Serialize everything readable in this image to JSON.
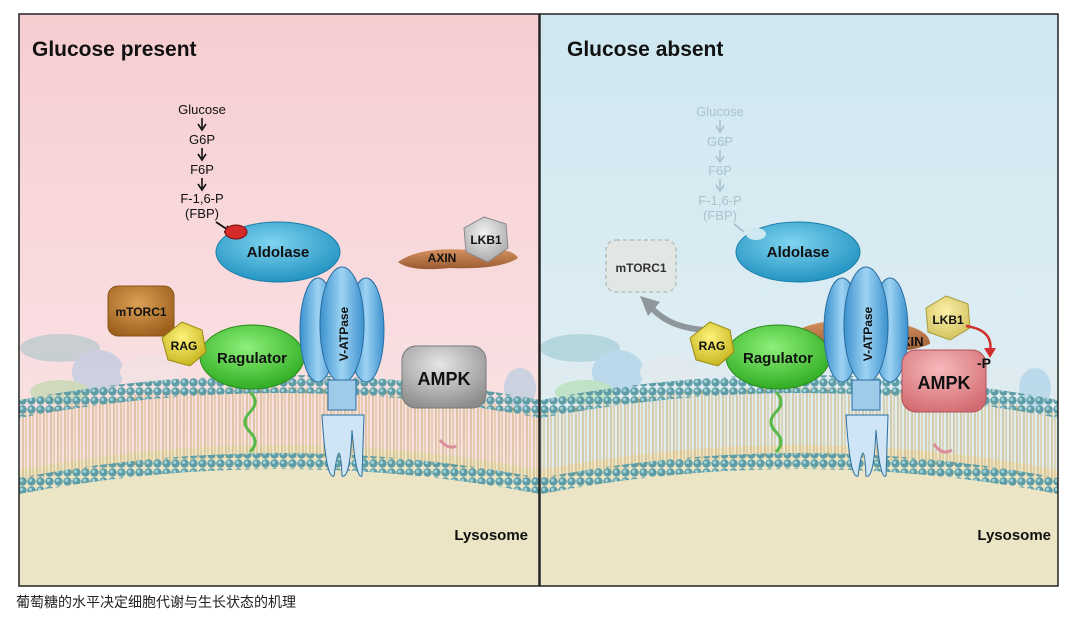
{
  "panels": [
    {
      "title": "Glucose present",
      "pathway": [
        "Glucose",
        "G6P",
        "F6P",
        "F-1,6-P",
        "(FBP)"
      ],
      "labels": {
        "aldolase": "Aldolase",
        "axin": "AXIN",
        "lkb1": "LKB1",
        "mtorc1": "mTORC1",
        "rag": "RAG",
        "regulator": "Ragulator",
        "vatpase": "V-ATPase",
        "ampk": "AMPK",
        "lysosome": "Lysosome"
      }
    },
    {
      "title": "Glucose absent",
      "pathway": [
        "Glucose",
        "G6P",
        "F6P",
        "F-1,6-P",
        "(FBP)"
      ],
      "labels": {
        "aldolase": "Aldolase",
        "axin": "AXIN",
        "lkb1": "LKB1",
        "mtorc1": "mTORC1",
        "rag": "RAG",
        "regulator": "Ragulator",
        "vatpase": "V-ATPase",
        "ampk": "AMPK",
        "phospho": "-P",
        "lysosome": "Lysosome"
      }
    }
  ],
  "caption": "葡萄糖的水平决定细胞代谢与生长状态的机理",
  "colors": {
    "left_bg": "#f6d2d4",
    "right_bg": "#d3e9f1",
    "aldolase": "#2fa6cf",
    "ragulator": "#3ec22c",
    "rag": "#e7d72a",
    "mtorc1": "#b9772a",
    "ampk_inactive": "#9a9a9a",
    "ampk_active": "#e48a8e",
    "vatpase": "#5aaee0",
    "membrane_head": "#5f9aa3",
    "lumen": "#eae4c6"
  }
}
